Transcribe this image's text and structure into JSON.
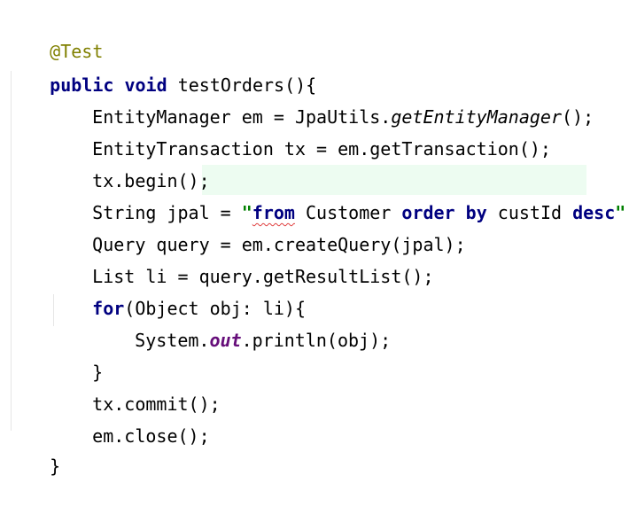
{
  "code": {
    "annotation": "@Test",
    "method_kw_public": "public",
    "method_kw_void": "void",
    "method_name": "testOrders(){",
    "line_em": {
      "left": "EntityManager em = JpaUtils.",
      "call": "getEntityManager",
      "right": "();"
    },
    "line_tx": "EntityTransaction tx = em.getTransaction();",
    "line_begin": "tx.begin();",
    "line_jpql": {
      "left": "String jpal = ",
      "quote_open": "\"",
      "sql_from": "from",
      "sql_space1": " Customer ",
      "sql_order": "order",
      "sql_space2": " ",
      "sql_by": "by",
      "sql_space3": " custId ",
      "sql_desc": "desc",
      "quote_close": "\"",
      "semi": ";"
    },
    "line_query": "Query query = em.createQuery(jpal);",
    "line_list": "List li = query.getResultList();",
    "line_for": {
      "kw": "for",
      "rest": "(Object obj: li){"
    },
    "line_print": {
      "left": "System.",
      "field": "out",
      "right": ".println(obj);"
    },
    "line_close_for": "}",
    "line_commit": "tx.commit();",
    "line_close_em": "em.close();",
    "line_close_method": "}"
  },
  "colors": {
    "keyword": "#000080",
    "annotation": "#808000",
    "string": "#008000",
    "static_field": "#660e7a",
    "string_highlight": "#edfcf1",
    "indent_guide": "#e6e6e6"
  }
}
